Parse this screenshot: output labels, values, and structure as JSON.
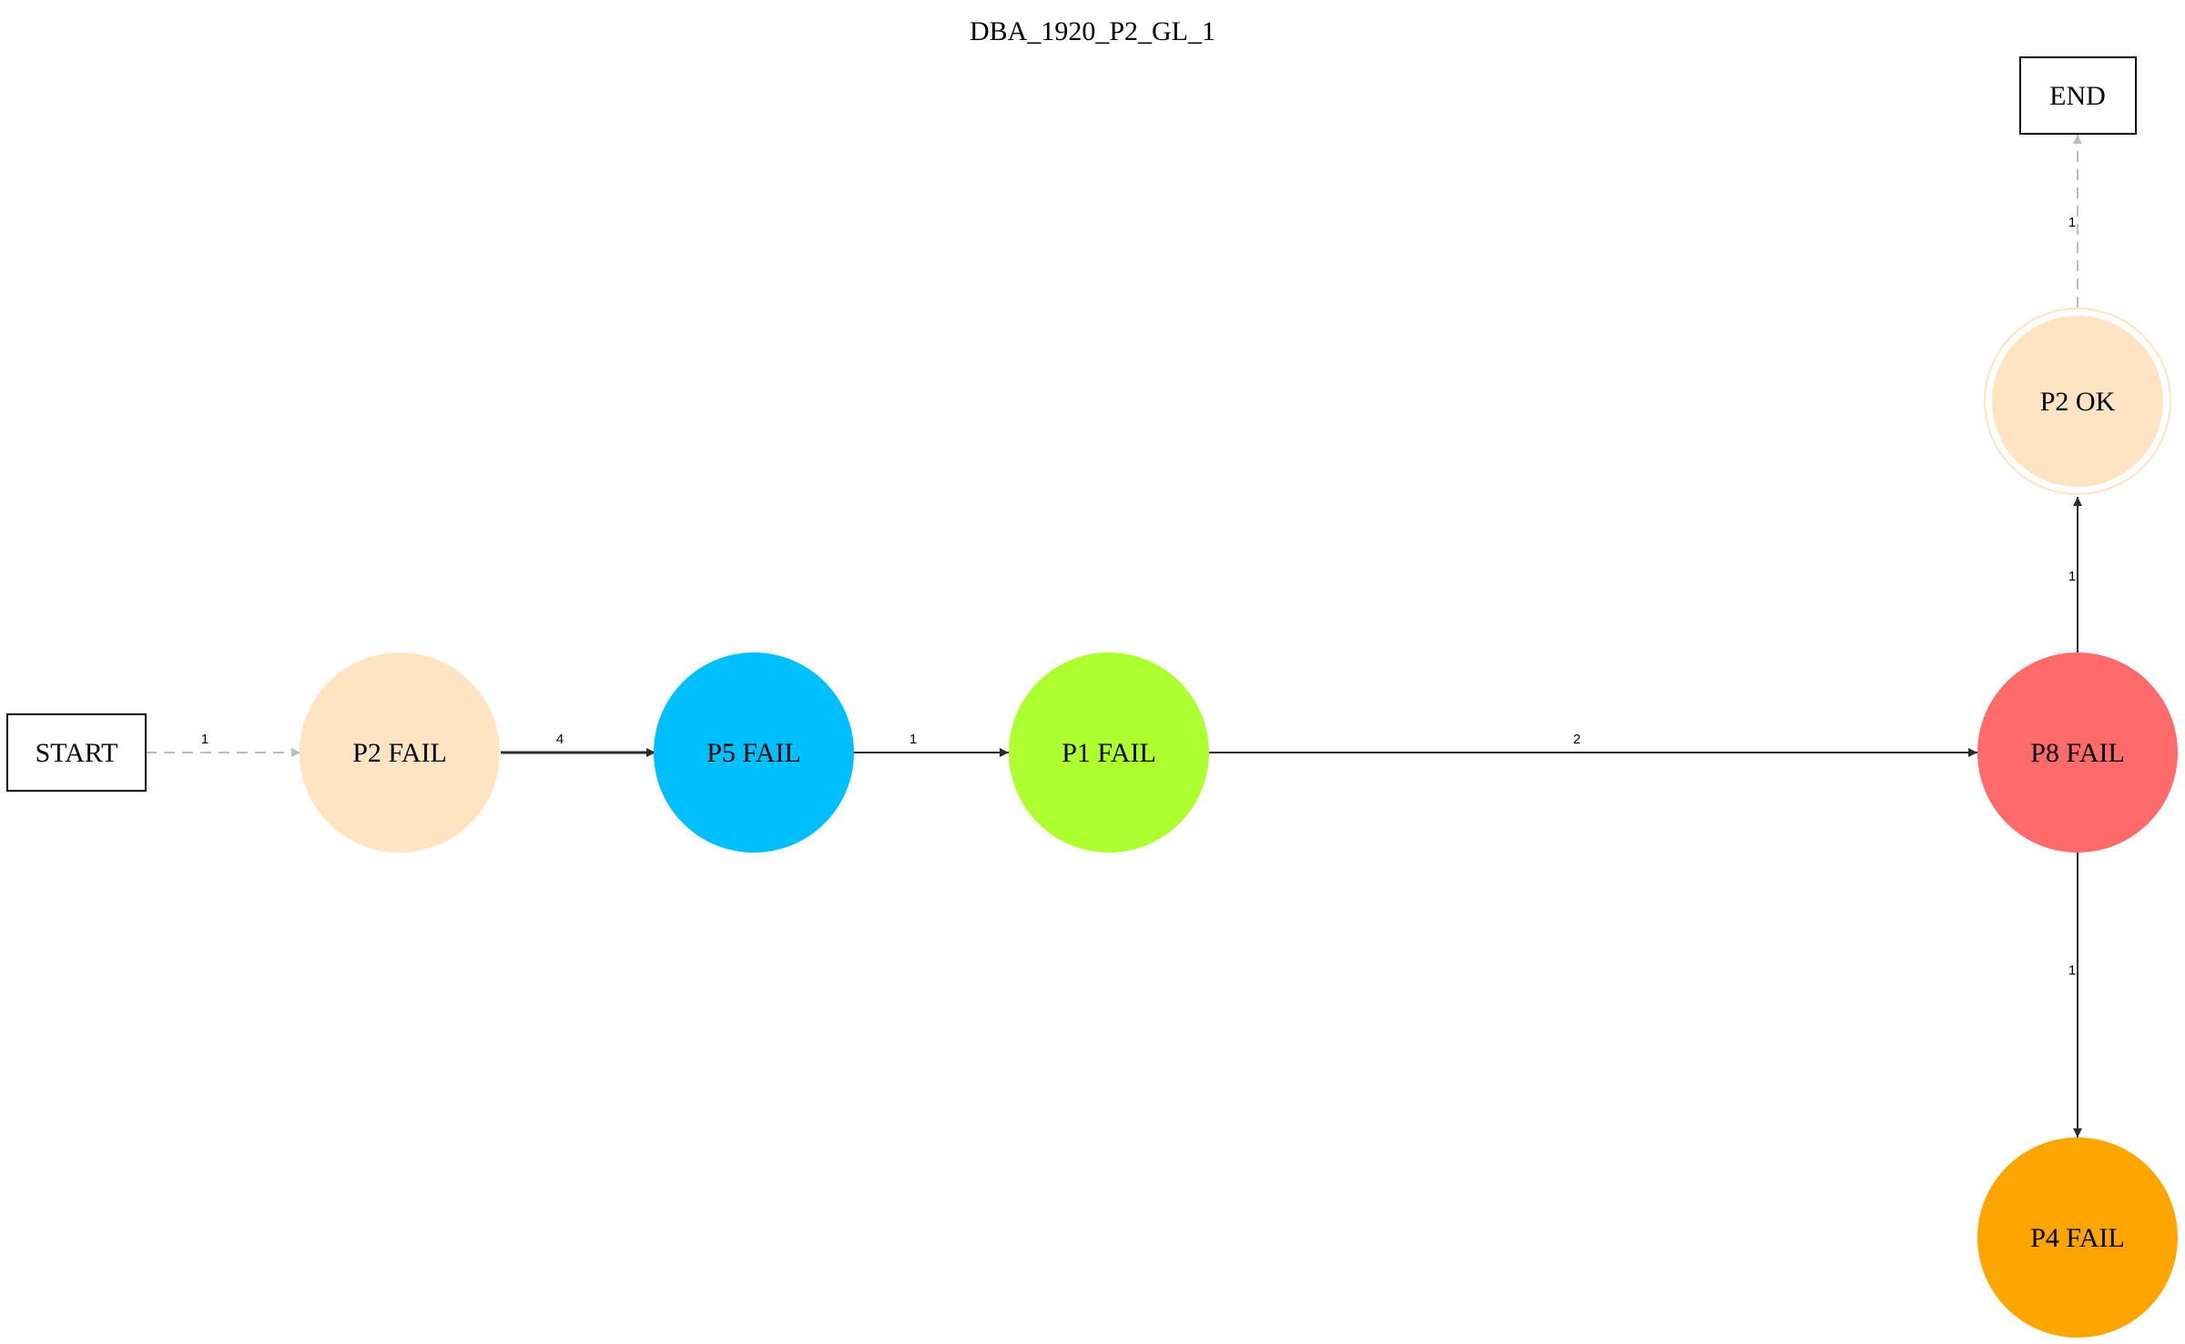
{
  "title": "DBA_1920_P2_GL_1",
  "nodes": {
    "start": {
      "label": "START",
      "shape": "box"
    },
    "end": {
      "label": "END",
      "shape": "box"
    },
    "p2_fail": {
      "label": "P2 FAIL",
      "color": "#FFE4C4"
    },
    "p5_fail": {
      "label": "P5 FAIL",
      "color": "#00BFFF"
    },
    "p1_fail": {
      "label": "P1 FAIL",
      "color": "#ADFF2F"
    },
    "p8_fail": {
      "label": "P8 FAIL",
      "color": "#FF6A6A"
    },
    "p2_ok": {
      "label": "P2 OK",
      "color": "#FFE4C4",
      "shape": "doublecircle"
    },
    "p4_fail": {
      "label": "P4 FAIL",
      "color": "#FFA500"
    }
  },
  "edges": [
    {
      "from": "START",
      "to": "P2 FAIL",
      "label": "1",
      "style": "dashed",
      "color": "#BBBBBB"
    },
    {
      "from": "P2 FAIL",
      "to": "P5 FAIL",
      "label": "4",
      "style": "solid",
      "color": "#2b2b2b"
    },
    {
      "from": "P5 FAIL",
      "to": "P1 FAIL",
      "label": "1",
      "style": "solid",
      "color": "#2b2b2b"
    },
    {
      "from": "P1 FAIL",
      "to": "P8 FAIL",
      "label": "2",
      "style": "solid",
      "color": "#2b2b2b"
    },
    {
      "from": "P8 FAIL",
      "to": "P2 OK",
      "label": "1",
      "style": "solid",
      "color": "#2b2b2b"
    },
    {
      "from": "P8 FAIL",
      "to": "P4 FAIL",
      "label": "1",
      "style": "solid",
      "color": "#2b2b2b"
    },
    {
      "from": "P2 OK",
      "to": "END",
      "label": "1",
      "style": "dashed",
      "color": "#BBBBBB"
    }
  ]
}
